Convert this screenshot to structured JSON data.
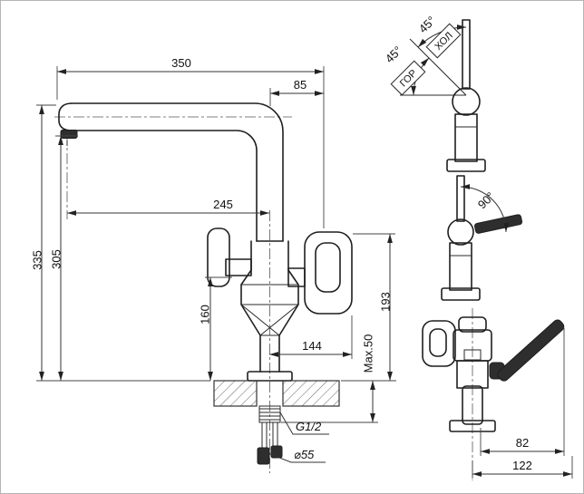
{
  "drawing": {
    "title": "faucet-installation-dimensions",
    "palette": {
      "ink": "#1f1f1f",
      "dim": "#333333",
      "background": "#ffffff"
    },
    "main_view": {
      "dim_top_width": "350",
      "dim_spout_offset": "85",
      "dim_spout_reach": "245",
      "dim_total_height": "335",
      "dim_outlet_height": "305",
      "dim_body_height": "160",
      "dim_handle_span": "144",
      "dim_max_mount": "Max.50",
      "dim_handle_height": "193",
      "thread_label": "G1/2",
      "diameter_label": "⌀55"
    },
    "top_view": {
      "angle_upper": "45°",
      "angle_lower": "45°",
      "cold_label": "ХОЛ",
      "hot_label": "ГОР"
    },
    "rotation_view": {
      "angle": "90°"
    },
    "front_view": {
      "dim_lever_reach": "82",
      "dim_overall_width": "122"
    }
  }
}
